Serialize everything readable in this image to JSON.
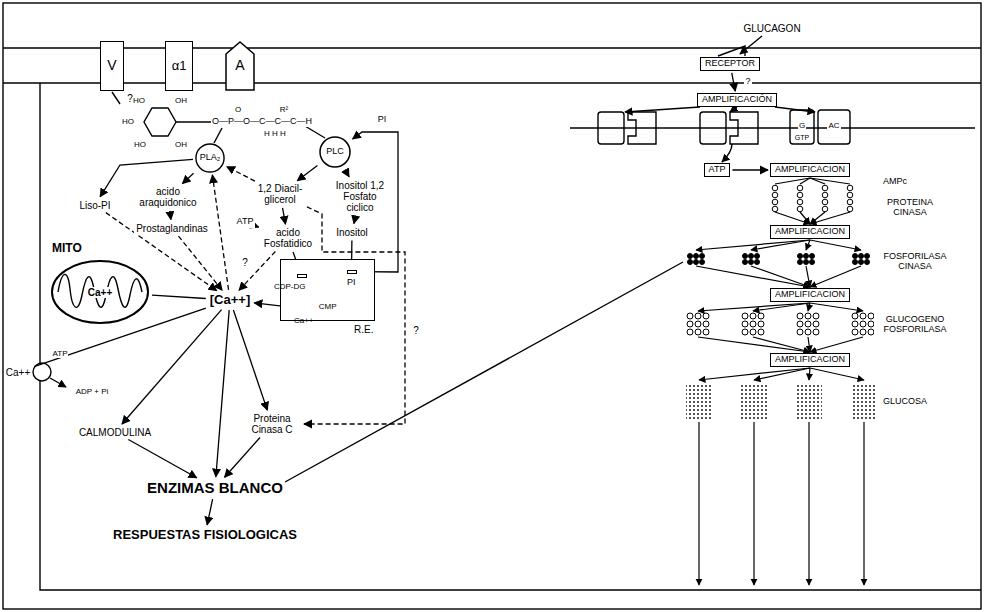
{
  "diagram": {
    "nodes": [
      {
        "text": [
          "V"
        ]
      },
      {
        "text": [
          "α1"
        ]
      },
      {
        "text": [
          "A"
        ]
      },
      {
        "text": [
          "RECEPTOR"
        ]
      },
      {
        "text": [
          "AMPLIFICACIÓN"
        ]
      },
      {
        "text": [
          "PLA₂"
        ]
      },
      {
        "text": [
          "PLC"
        ]
      },
      {
        "text": [
          "Liso-PI"
        ]
      },
      {
        "text": [
          "acido araquidonico"
        ]
      },
      {
        "text": [
          "1,2 Diacil-glicerol"
        ]
      },
      {
        "text": [
          "Inositol 1,2 Fosfato ciclico"
        ]
      },
      {
        "text": [
          "MITO",
          "Ca++"
        ]
      },
      {
        "text": [
          "Prostaglandinas"
        ]
      },
      {
        "text": [
          "ATP"
        ]
      },
      {
        "text": [
          "acido Fosfatidico"
        ]
      },
      {
        "text": [
          "Inositol"
        ]
      },
      {
        "text": [
          "R.E."
        ]
      },
      {
        "text": [
          "CDP-DG"
        ],
        "in": 16
      },
      {
        "text": [
          "PI"
        ],
        "in": 16
      },
      {
        "text": [
          "CMP"
        ],
        "in": 16
      },
      {
        "text": [
          "Ca++"
        ],
        "in": 16
      },
      {
        "text": [
          "[Ca++]"
        ]
      },
      {
        "text": [
          "Ca++"
        ]
      },
      {
        "text": [
          "CALMODULINA"
        ]
      },
      {
        "text": [
          "Proteina Cinasa C"
        ]
      },
      {
        "text": [
          "ENZIMAS BLANCO"
        ]
      },
      {
        "text": [
          "RESPUESTAS FISIOLOGICAS"
        ]
      },
      {
        "text": [
          "ATP"
        ]
      },
      {
        "text": [
          "AMPLIFICACION"
        ]
      },
      {
        "text": [
          "AMPLIFICACION"
        ]
      },
      {
        "text": [
          "AMPLIFICACION"
        ]
      },
      {
        "text": [
          "AMPLIFICACION"
        ]
      }
    ],
    "edges": [
      {
        "from": 3,
        "to": 4,
        "arrow": "to"
      },
      {
        "from": 5,
        "to": 7,
        "arrow": "to"
      },
      {
        "from": 5,
        "to": 8,
        "arrow": "to"
      },
      {
        "from": 6,
        "to": 9,
        "arrow": "to"
      },
      {
        "from": 6,
        "to": 10,
        "arrow": "to"
      },
      {
        "from": 8,
        "to": 12,
        "arrow": "to"
      },
      {
        "from": 9,
        "to": 14,
        "arrow": "to"
      },
      {
        "from": 13,
        "to": 14,
        "arrow": "to"
      },
      {
        "from": 10,
        "to": 15,
        "arrow": "to"
      },
      {
        "from": 14,
        "to": 17,
        "arrow": "to"
      },
      {
        "from": 15,
        "to": 18,
        "arrow": "to"
      },
      {
        "from": 17,
        "to": 18,
        "arrow": "to"
      },
      {
        "from": 18,
        "to": 6,
        "arrow": "to"
      },
      {
        "from": 9,
        "to": 5,
        "arrow": "to"
      },
      {
        "from": 9,
        "to": 24,
        "arrow": "to"
      },
      {
        "from": 20,
        "to": 21,
        "arrow": "to"
      },
      {
        "from": 11,
        "to": 21,
        "arrow": "none"
      },
      {
        "from": 22,
        "to": 21,
        "arrow": "none"
      },
      {
        "from": 7,
        "to": 21,
        "arrow": "to"
      },
      {
        "from": 12,
        "to": 21,
        "arrow": "to"
      },
      {
        "from": 14,
        "to": 21,
        "arrow": "to"
      },
      {
        "from": 21,
        "to": 5,
        "arrow": "to"
      },
      {
        "from": 21,
        "to": 23,
        "arrow": "to"
      },
      {
        "from": 21,
        "to": 24,
        "arrow": "to"
      },
      {
        "from": 21,
        "to": 25,
        "arrow": "to"
      },
      {
        "from": 23,
        "to": 25,
        "arrow": "to"
      },
      {
        "from": 24,
        "to": 25,
        "arrow": "to"
      },
      {
        "from": 25,
        "to": 26,
        "arrow": "to"
      },
      {
        "from": 27,
        "to": 28,
        "arrow": "to"
      }
    ],
    "labels": [
      "GLUCAGON",
      "?",
      "?",
      "HO",
      "OH",
      "HO",
      "HO",
      "OH",
      "O—P—O—C—C—C—H",
      "O",
      "R²",
      "H H H",
      "PI",
      "?",
      "?",
      "G",
      "AC",
      "GTP",
      "AMPc",
      "PROTEINA CINASA",
      "FOSFORILASA CINASA",
      "GLUCOGENO FOSFORILASA",
      "GLUCOSA",
      "ATP",
      "ADP + Pi"
    ]
  }
}
